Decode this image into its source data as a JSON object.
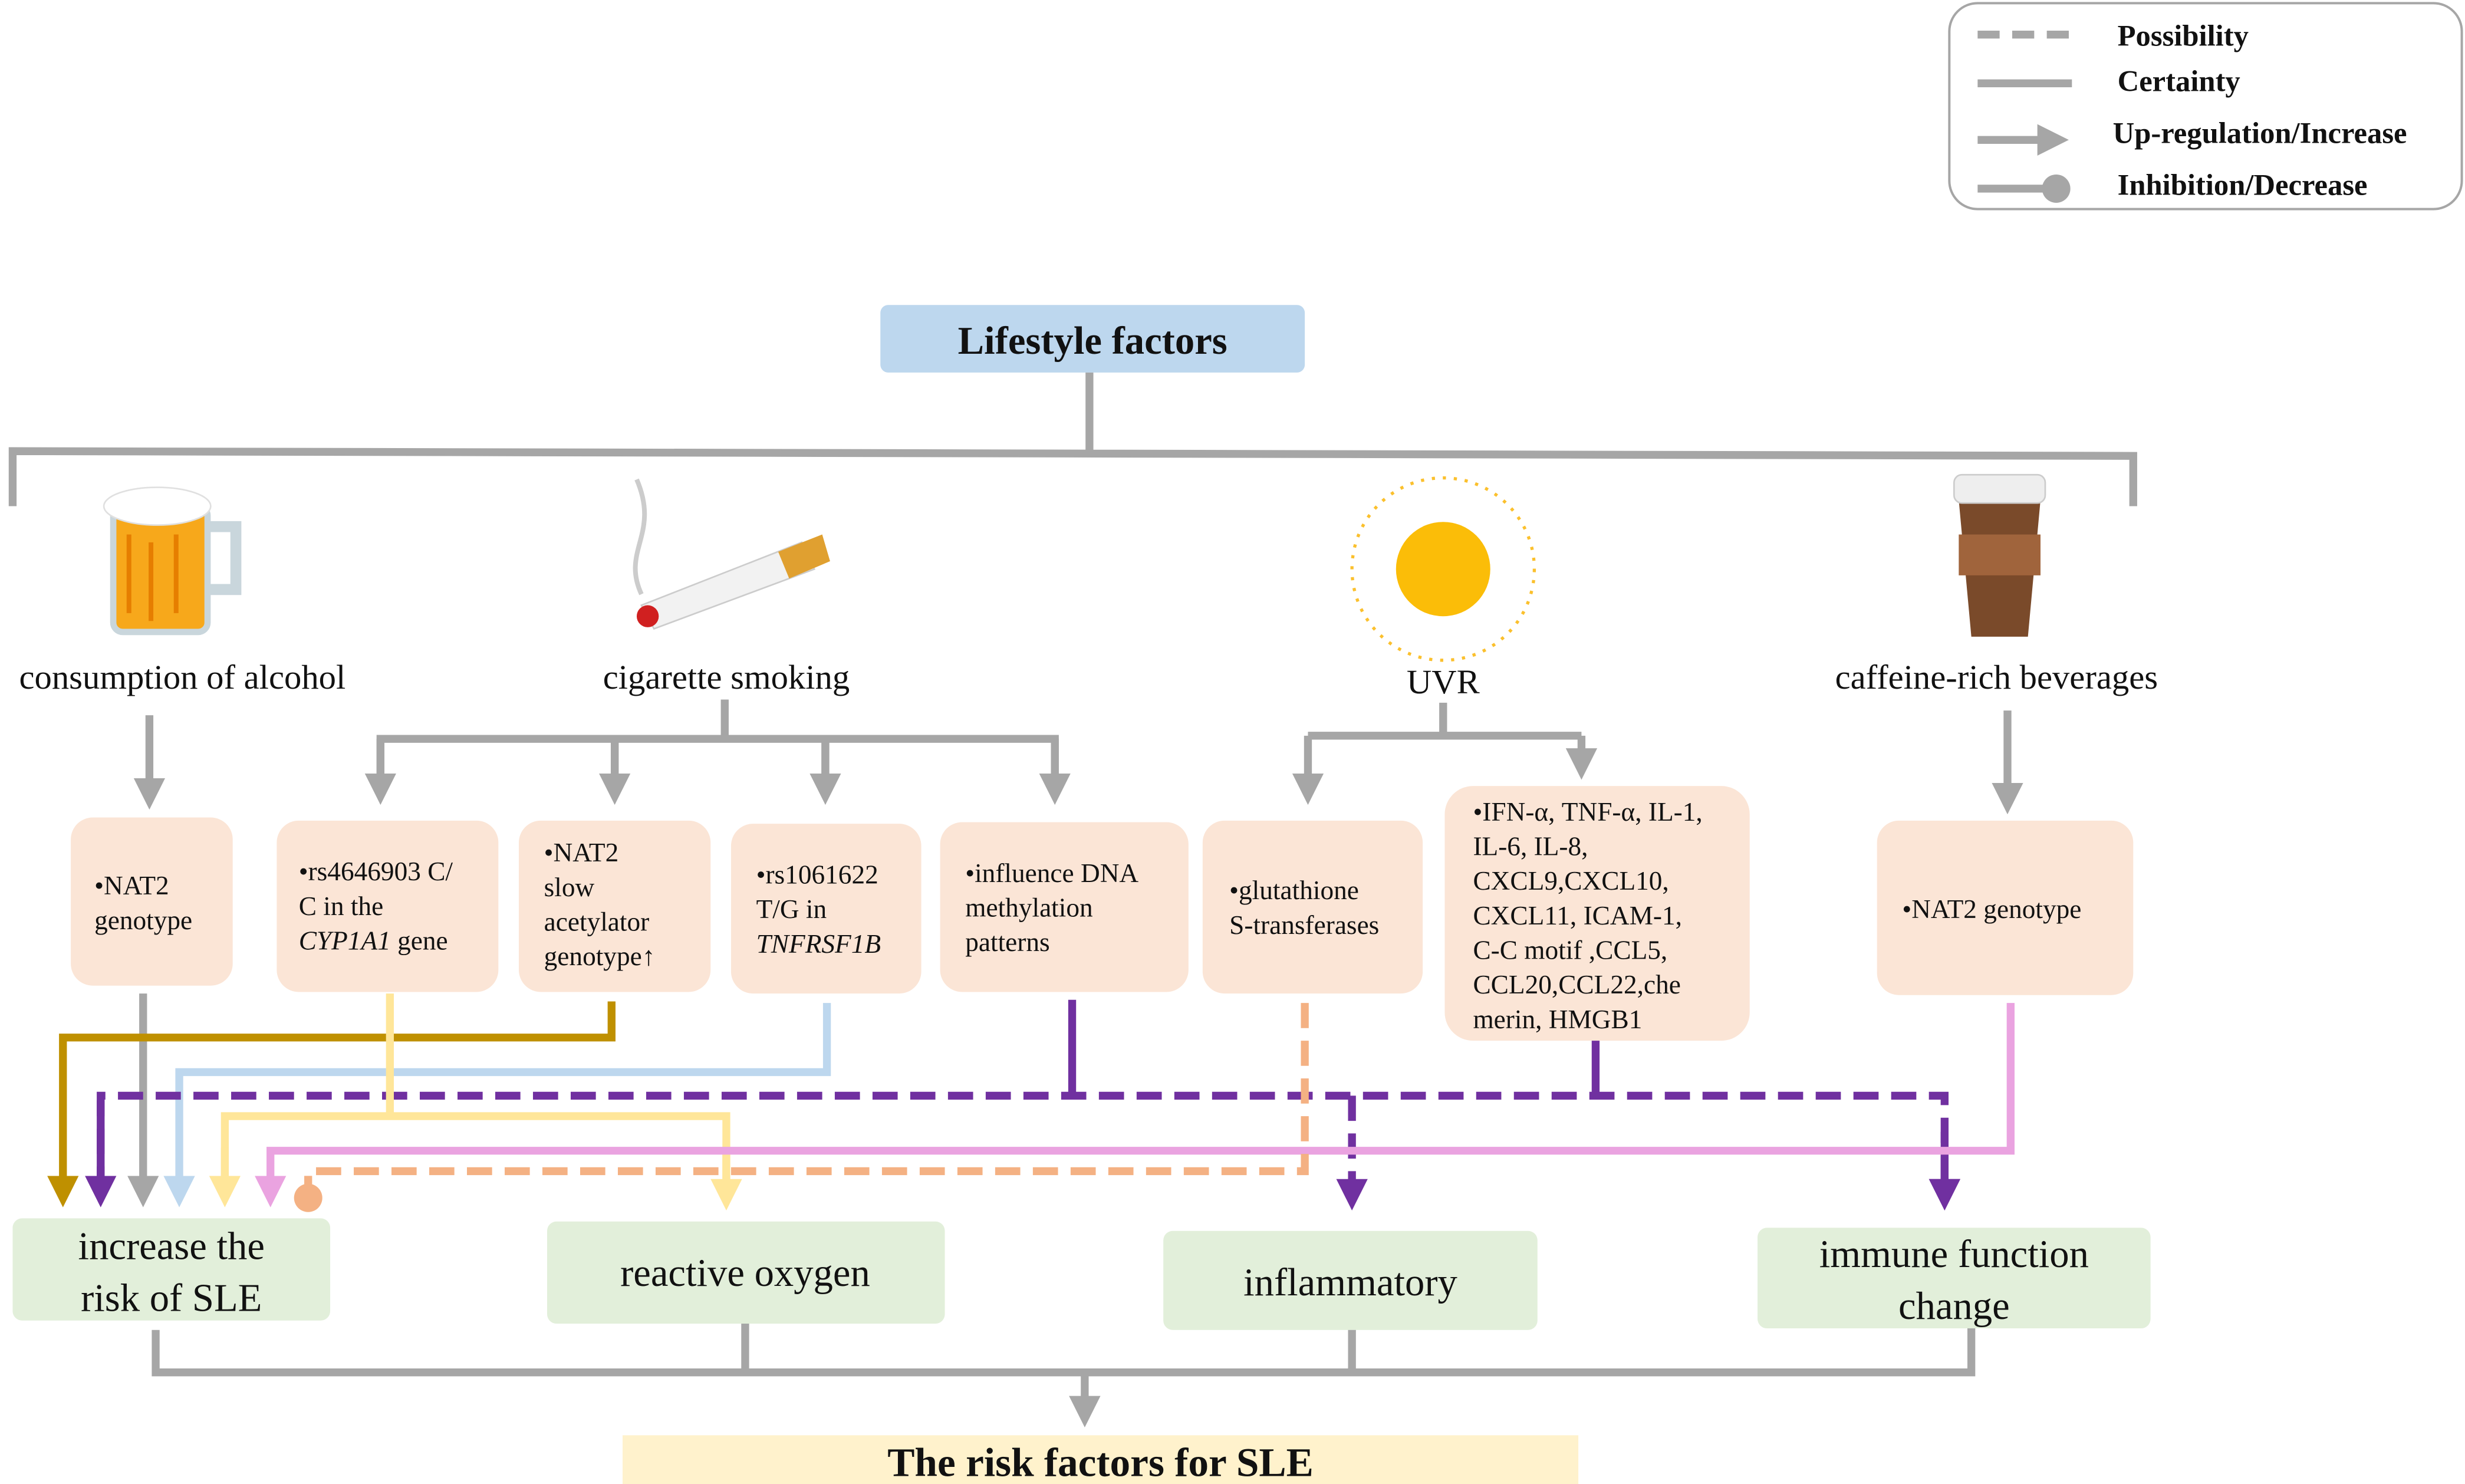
{
  "legend": {
    "possibility": "Possibility",
    "certainty": "Certainty",
    "up": "Up-regulation/Increase",
    "inhibition": "Inhibition/Decrease"
  },
  "title": "Lifestyle factors",
  "factors": {
    "alcohol": "consumption of alcohol",
    "smoking": "cigarette smoking",
    "uvr": "UVR",
    "caffeine": "caffeine-rich beverages"
  },
  "mechanisms": {
    "nat2_alcohol": [
      "•NAT2",
      "genotype"
    ],
    "cyp1a1": [
      "•rs4646903 C/",
      "C in the",
      "CYP1A1",
      " gene"
    ],
    "nat2_slow": [
      "•NAT2",
      "slow",
      "acetylator",
      "genotype↑"
    ],
    "tnfrsf1b": [
      "•rs1061622",
      "T/G in",
      "TNFRSF1B"
    ],
    "dna": [
      "•influence DNA",
      "methylation",
      "patterns"
    ],
    "gst": [
      "•glutathione",
      "S-transferases"
    ],
    "cytokines": [
      "•IFN-α, TNF-α, IL-1,",
      "IL-6, IL-8,",
      "CXCL9,CXCL10,",
      "CXCL11, ICAM-1,",
      "C-C motif ,CCL5,",
      "CCL20,CCL22,che",
      "merin, HMGB1"
    ],
    "nat2_caffeine": "•NAT2 genotype"
  },
  "outcomes": {
    "sle_risk": [
      "increase the",
      "risk of SLE"
    ],
    "ros": "reactive oxygen",
    "inflammatory": "inflammatory",
    "immune": [
      "immune function",
      "change"
    ]
  },
  "final": "The risk factors for SLE",
  "colors": {
    "gray": "#a6a6a6",
    "gold": "#bf9000",
    "blue": "#bdd7ee",
    "purple": "#7030a0",
    "yellow": "#ffe699",
    "pink": "#eaa3e0",
    "orange": "#f4b183",
    "mech_fill": "#fbe5d6",
    "out_fill": "#e2efda",
    "final_fill": "#fff2cc"
  }
}
